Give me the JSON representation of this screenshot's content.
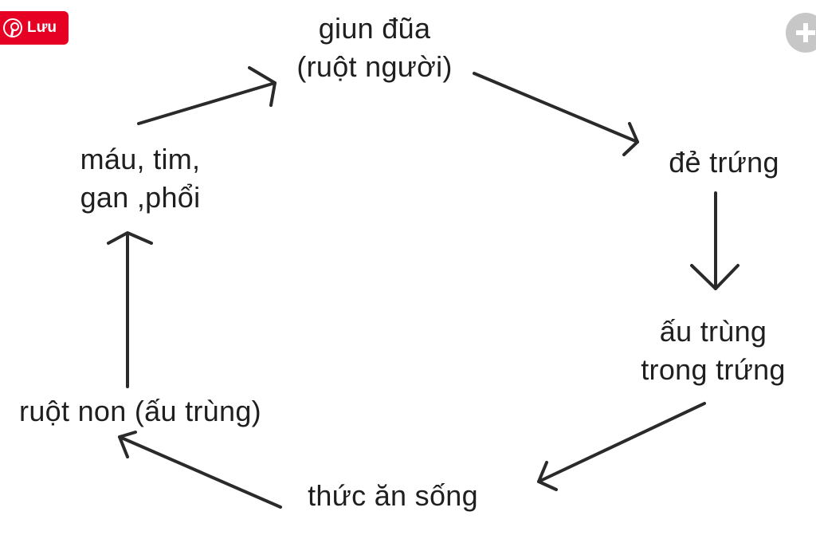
{
  "toolbar": {
    "save_label": "Lưu",
    "save_icon": "pinterest-icon",
    "zoom_icon": "zoom-plus-icon",
    "accent_color": "#e60023"
  },
  "cycle": {
    "nodes": {
      "giun_dua": [
        "giun đũa",
        "(ruột người)"
      ],
      "de_trung": [
        "đẻ trứng"
      ],
      "au_trung_trong_trung": [
        "ấu trùng",
        "trong trứng"
      ],
      "thuc_an_song": [
        "thức ăn sống"
      ],
      "ruot_non": [
        "ruột non (ấu trùng)"
      ],
      "mau_tim_gan_phoi": [
        "máu, tim,",
        "gan ,phổi"
      ]
    }
  }
}
